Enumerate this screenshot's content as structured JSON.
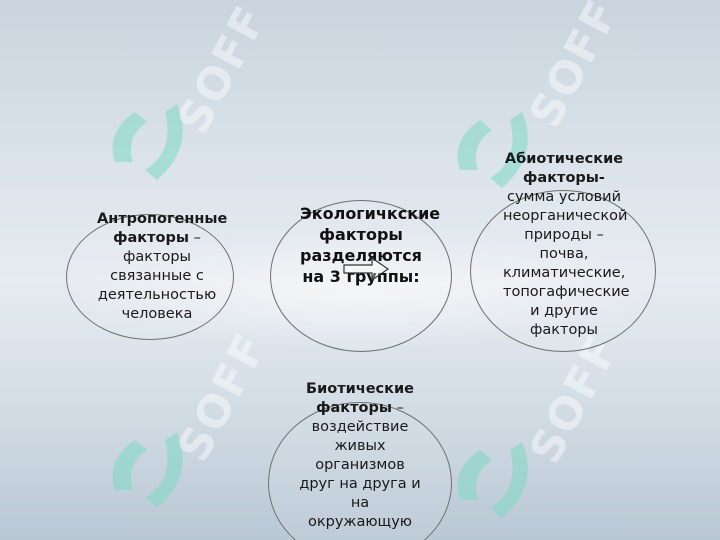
{
  "center": {
    "title": "Экологичкские факторы разделяются на 3 группы:"
  },
  "nodes": [
    {
      "id": "anthropogenic",
      "head": "Антропогенные факторы",
      "body": " – факторы связанные с деятельностью человека"
    },
    {
      "id": "abiotic",
      "head": "Абиотические факторы-",
      "body": "сумма условий неорганической природы – почва, климатические, топогафические и другие факторы"
    },
    {
      "id": "biotic",
      "head": "Биотические факторы",
      "body": " – воздействие живых организмов друг на друга и на окружающую"
    }
  ],
  "watermark": {
    "text": "SOFF",
    "icon": "watermark-logo-icon",
    "color": "#7fd9c6"
  },
  "icons": {
    "center_arrow": "forward-arrow-icon"
  }
}
